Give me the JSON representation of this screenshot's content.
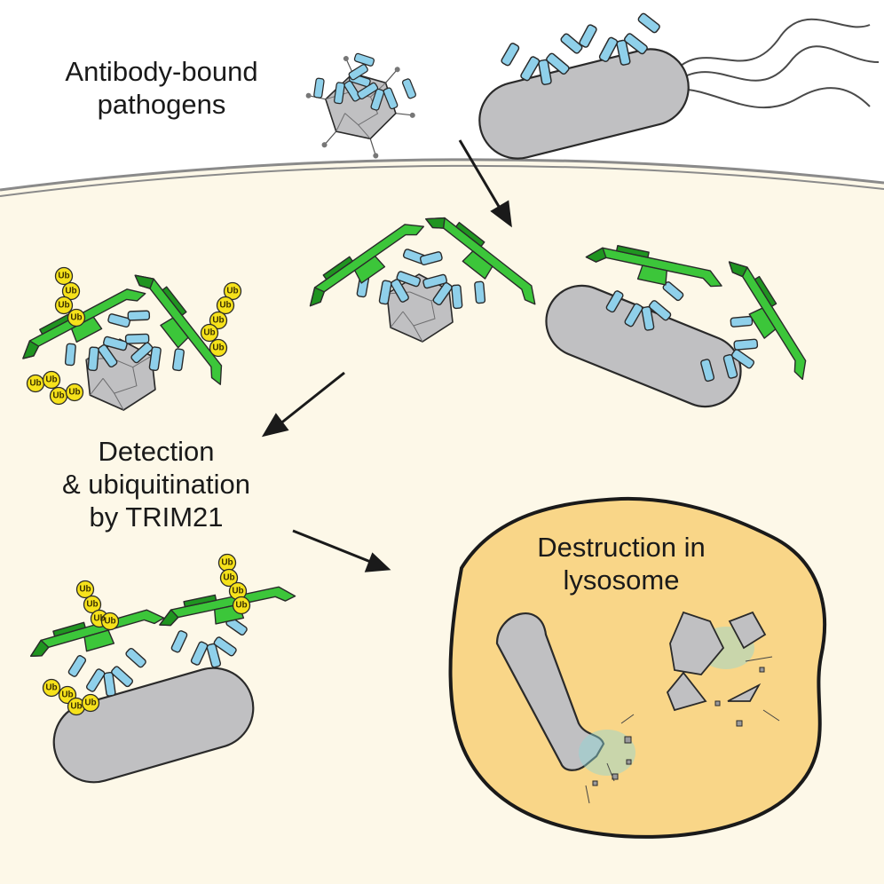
{
  "labels": {
    "antibody_bound": [
      "Antibody-bound",
      "pathogens"
    ],
    "detection": [
      "Detection",
      "& ubiquitination",
      "by TRIM21"
    ],
    "destruction": [
      "Destruction in",
      "lysosome"
    ],
    "ub_tag": "Ub"
  },
  "colors": {
    "cytoplasm": "#fdf8e8",
    "membrane": "#8a8a8a",
    "lysosome": "#f9d688",
    "pathogen": "#c0c0c2",
    "antibody": "#8fd0ea",
    "trim21_light": "#3cc63a",
    "trim21_dark": "#1f9420",
    "ubiquitin": "#f6e21b",
    "arrow": "#1a1a1a"
  }
}
